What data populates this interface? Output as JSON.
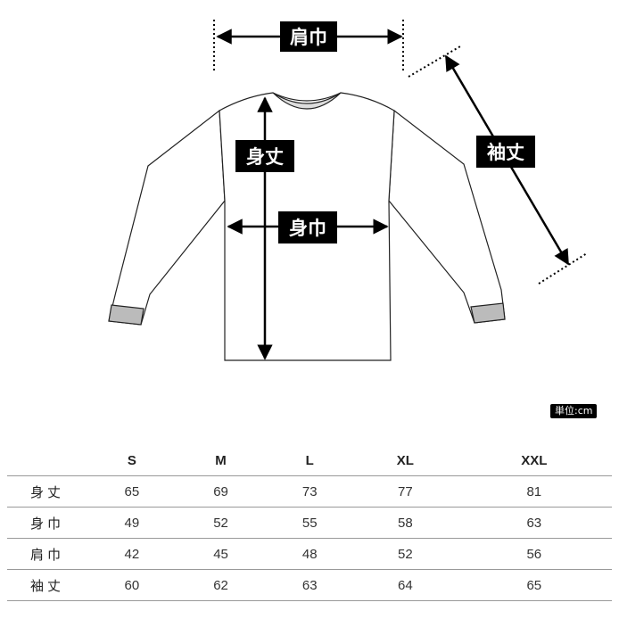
{
  "labels": {
    "shoulder_width": "肩巾",
    "body_length": "身丈",
    "body_width": "身巾",
    "sleeve_length": "袖丈"
  },
  "unit_badge": "単位:cm",
  "table": {
    "columns": [
      "S",
      "M",
      "L",
      "XL",
      "XXL"
    ],
    "rows": [
      {
        "label": "身丈",
        "values": [
          "65",
          "69",
          "73",
          "77",
          "81"
        ]
      },
      {
        "label": "身巾",
        "values": [
          "49",
          "52",
          "55",
          "58",
          "63"
        ]
      },
      {
        "label": "肩巾",
        "values": [
          "42",
          "45",
          "48",
          "52",
          "56"
        ]
      },
      {
        "label": "袖丈",
        "values": [
          "60",
          "62",
          "63",
          "64",
          "65"
        ]
      }
    ]
  }
}
